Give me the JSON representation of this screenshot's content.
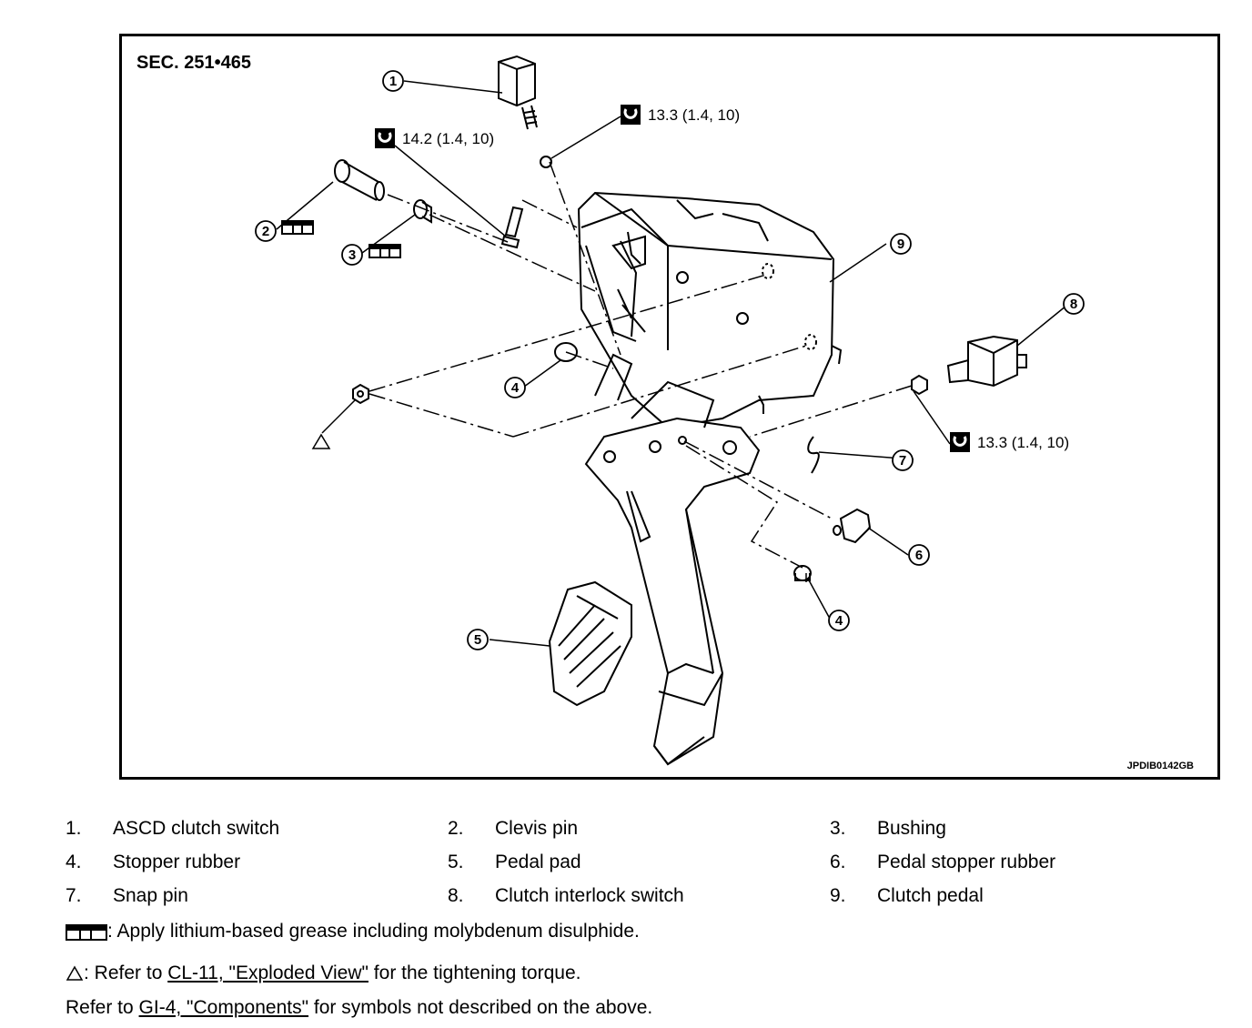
{
  "figure": {
    "section_label": "SEC. 251•465",
    "figure_id": "JPDIB0142GB",
    "callouts": [
      "1",
      "2",
      "3",
      "4",
      "5",
      "6",
      "7",
      "8",
      "9",
      "4"
    ],
    "torques": {
      "t1": "13.3 (1.4, 10)",
      "t2": "14.2 (1.4, 10)",
      "t3": "13.3 (1.4, 10)"
    }
  },
  "legend": [
    {
      "num": "1.",
      "label": "ASCD clutch switch"
    },
    {
      "num": "2.",
      "label": "Clevis pin"
    },
    {
      "num": "3.",
      "label": "Bushing"
    },
    {
      "num": "4.",
      "label": "Stopper rubber"
    },
    {
      "num": "5.",
      "label": "Pedal pad"
    },
    {
      "num": "6.",
      "label": "Pedal stopper rubber"
    },
    {
      "num": "7.",
      "label": "Snap pin"
    },
    {
      "num": "8.",
      "label": "Clutch interlock switch"
    },
    {
      "num": "9.",
      "label": "Clutch pedal"
    }
  ],
  "notes": {
    "grease": ": Apply lithium-based grease including molybdenum disulphide.",
    "triangle_pre": ": Refer to ",
    "triangle_link": "CL-11, \"Exploded View\"",
    "triangle_post": " for the tightening torque.",
    "refer_pre": "Refer to ",
    "refer_link": "GI-4, \"Components\"",
    "refer_post": " for symbols not described on the above."
  }
}
